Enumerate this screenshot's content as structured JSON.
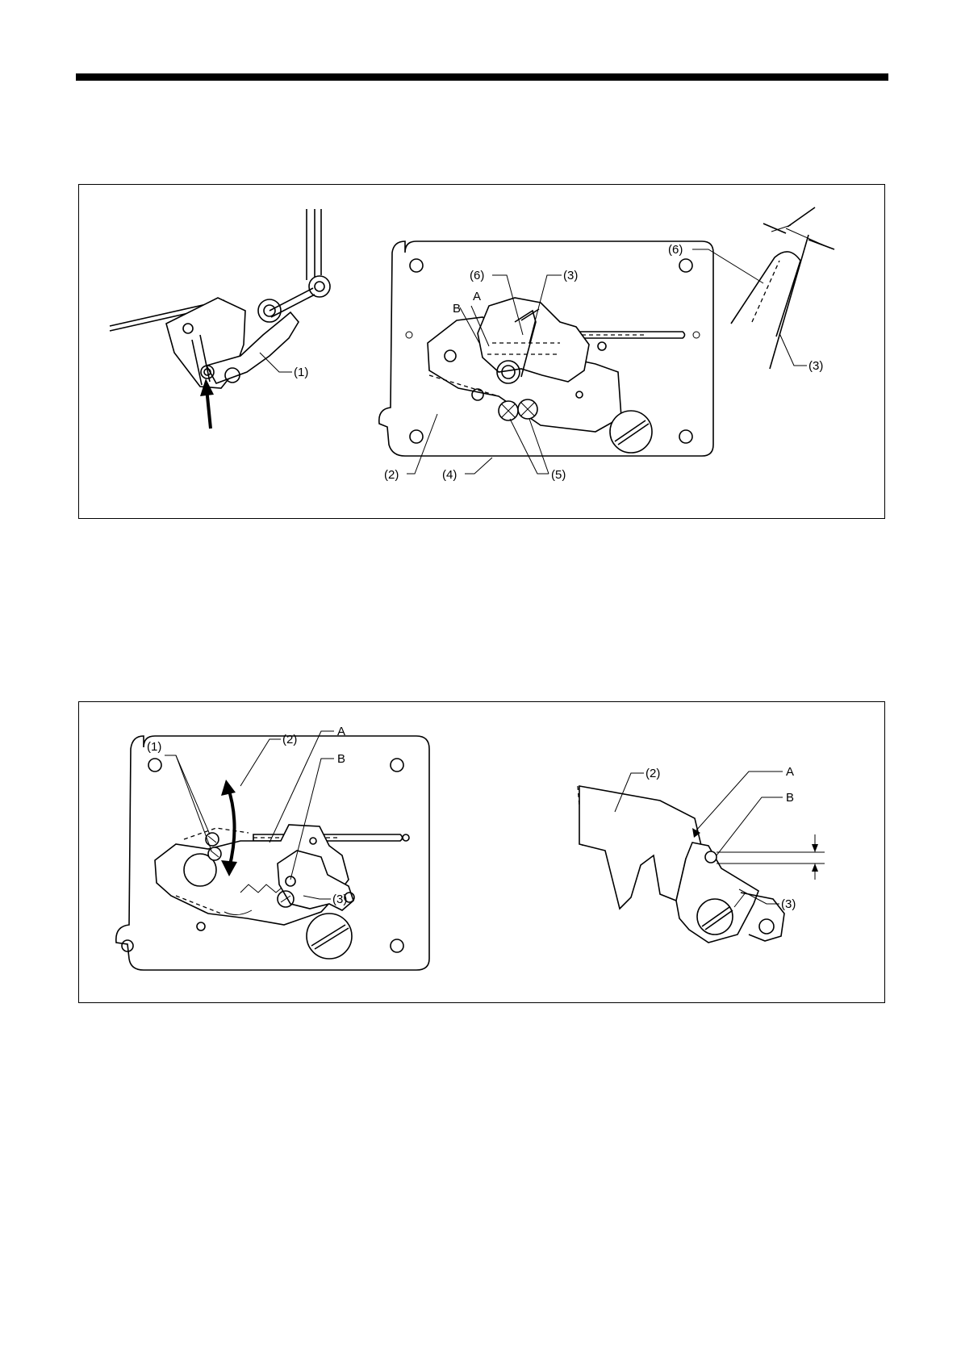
{
  "figure1": {
    "left_callouts": {
      "lever": "(1)"
    },
    "center_callouts": {
      "p6": "(6)",
      "p3": "(3)",
      "a": "A",
      "b": "B",
      "p2": "(2)",
      "p4": "(4)",
      "p5": "(5)"
    },
    "right_callouts": {
      "p6": "(6)",
      "p3": "(3)"
    }
  },
  "figure2": {
    "left_callouts": {
      "p1": "(1)",
      "p2": "(2)",
      "a": "A",
      "b": "B",
      "p3": "(3)"
    },
    "right_callouts": {
      "p2": "(2)",
      "a": "A",
      "b": "B",
      "p3": "(3)"
    }
  }
}
